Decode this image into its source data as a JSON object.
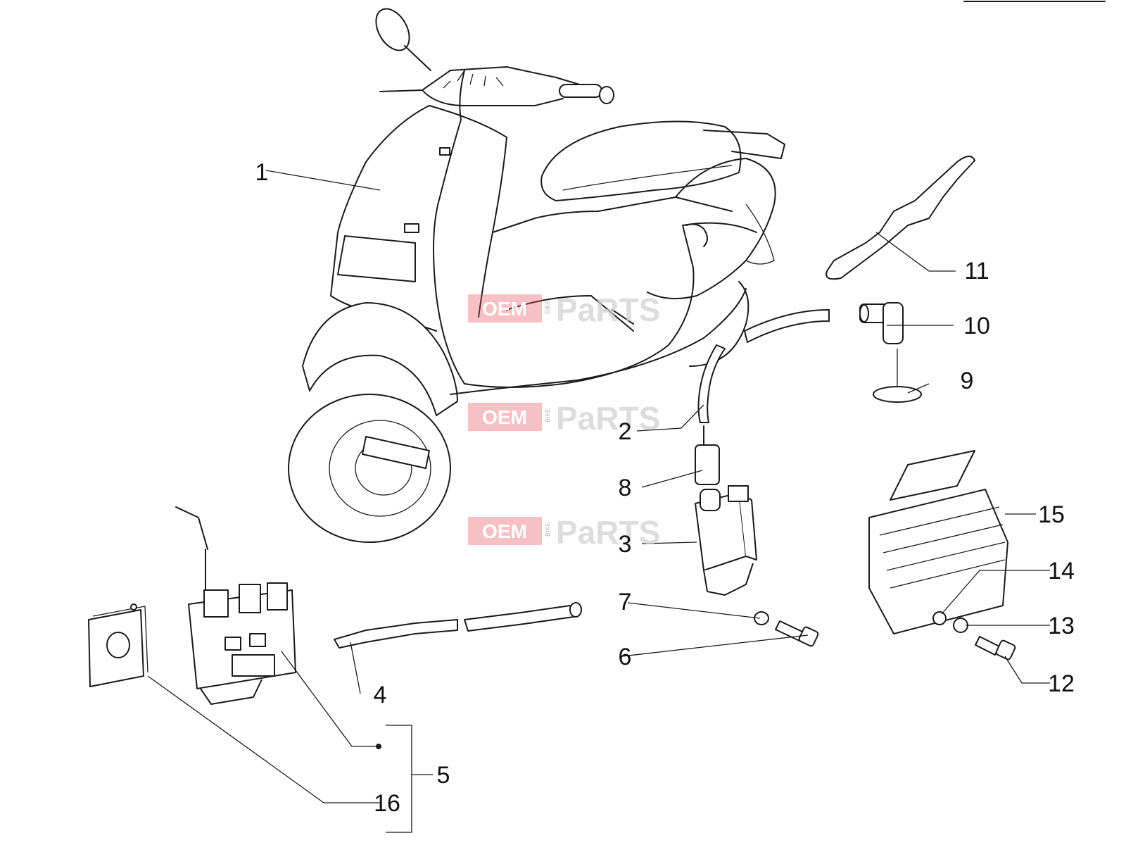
{
  "callouts": [
    {
      "label": "1"
    },
    {
      "label": "2"
    },
    {
      "label": "3"
    },
    {
      "label": "4"
    },
    {
      "label": "5"
    },
    {
      "label": "6"
    },
    {
      "label": "7"
    },
    {
      "label": "8"
    },
    {
      "label": "9"
    },
    {
      "label": "10"
    },
    {
      "label": "11"
    },
    {
      "label": "12"
    },
    {
      "label": "13"
    },
    {
      "label": "14"
    },
    {
      "label": "15"
    },
    {
      "label": "16"
    }
  ],
  "watermark": {
    "brand_left": "OEM",
    "brand_mid": "BIKE",
    "brand_right": "PaRTS",
    "accent_color": "#e84a55"
  }
}
